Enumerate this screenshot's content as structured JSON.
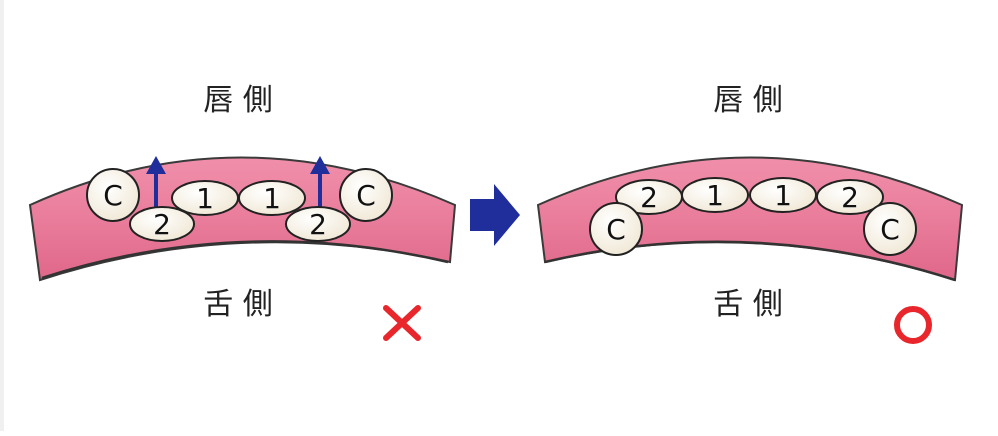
{
  "left_panel": {
    "label_top": "唇 側",
    "label_bottom": "舌 側",
    "teeth": {
      "c_left": "C",
      "i2_left": "2",
      "i1_left": "1",
      "i1_right": "1",
      "i2_right": "2",
      "c_right": "C"
    },
    "verdict_icon": "cross-mark",
    "verdict_color": "#e8262b"
  },
  "arrow_icon": "right-arrow",
  "arrow_color": "#1f2e9a",
  "right_panel": {
    "label_top": "唇 側",
    "label_bottom": "舌 側",
    "teeth": {
      "c_left": "C",
      "i2_left": "2",
      "i1_left": "1",
      "i1_right": "1",
      "i2_right": "2",
      "c_right": "C"
    },
    "verdict_icon": "circle-mark",
    "verdict_color": "#e8262b"
  },
  "colors": {
    "arch_pink": "#e57595",
    "arch_outline": "#3a3a3a",
    "tooth_fill": "#fbf7ee",
    "tooth_stroke": "#222222",
    "up_arrow": "#1f2e9a"
  }
}
